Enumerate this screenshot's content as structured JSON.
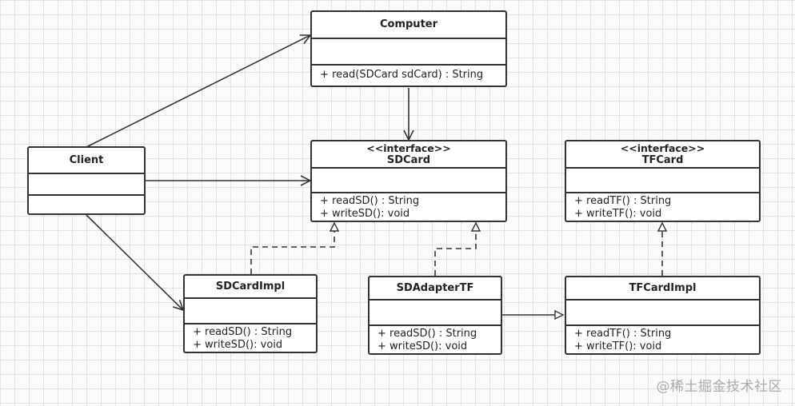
{
  "classes": {
    "computer": {
      "name": "Computer",
      "operations": [
        "+ read(SDCard sdCard) : String"
      ]
    },
    "client": {
      "name": "Client",
      "operations": []
    },
    "sdcard": {
      "stereotype": "<<interface>>",
      "name": "SDCard",
      "operations": [
        "+ readSD() : String",
        "+ writeSD(): void"
      ]
    },
    "tfcard": {
      "stereotype": "<<interface>>",
      "name": "TFCard",
      "operations": [
        "+ readTF() : String",
        "+ writeTF(): void"
      ]
    },
    "sdcardimpl": {
      "name": "SDCardImpl",
      "operations": [
        "+ readSD() : String",
        "+ writeSD(): void"
      ]
    },
    "sdadaptertf": {
      "name": "SDAdapterTF",
      "operations": [
        "+ readSD() : String",
        "+ writeSD(): void"
      ]
    },
    "tfcardimpl": {
      "name": "TFCardImpl",
      "operations": [
        "+ readTF() : String",
        "+ writeTF(): void"
      ]
    }
  },
  "relations": [
    {
      "from": "Client",
      "to": "Computer",
      "type": "association"
    },
    {
      "from": "Client",
      "to": "SDCard",
      "type": "association"
    },
    {
      "from": "Client",
      "to": "SDCardImpl",
      "type": "association"
    },
    {
      "from": "Computer",
      "to": "SDCard",
      "type": "association"
    },
    {
      "from": "SDCardImpl",
      "to": "SDCard",
      "type": "realization"
    },
    {
      "from": "SDAdapterTF",
      "to": "SDCard",
      "type": "realization"
    },
    {
      "from": "TFCardImpl",
      "to": "TFCard",
      "type": "realization"
    },
    {
      "from": "SDAdapterTF",
      "to": "TFCardImpl",
      "type": "association"
    }
  ],
  "watermark": "@稀土掘金技术社区",
  "colors": {
    "line": "#333333",
    "grid": "#e2e2e2",
    "background": "#fbfbfb",
    "watermark": "#a9a9a9"
  }
}
